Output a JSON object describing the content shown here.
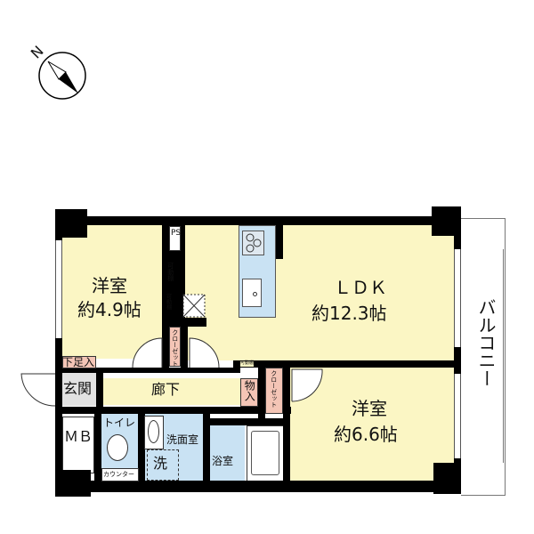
{
  "compass": {
    "north_label": "N"
  },
  "rooms": {
    "western_room_1": {
      "name": "洋室",
      "size": "約4.9帖"
    },
    "ldk": {
      "name": "ＬＤＫ",
      "size": "約12.3帖"
    },
    "western_room_2": {
      "name": "洋室",
      "size": "約6.6帖"
    },
    "entrance": "玄関",
    "shoe_storage": "下足入",
    "hallway": "廊下",
    "storage": "物入",
    "closet_1": "クローゼット",
    "closet_2": "クローゼット",
    "meter_box": "ＭＢ",
    "toilet": "トイレ",
    "counter": "カウンター",
    "washroom": "洗面室",
    "washer": "洗",
    "bathroom": "浴室",
    "pipe_space": "PS",
    "movable_shelf_1": "可動棚",
    "movable_shelf_2": "可動棚",
    "movable_shelf_3": "可動棚",
    "balcony": "バルコニー"
  },
  "colors": {
    "room": "#fbf6c4",
    "wet_area": "#c9e2f3",
    "storage": "#f4c5b6",
    "entrance": "#e2e2e2",
    "wall": "#000000"
  }
}
